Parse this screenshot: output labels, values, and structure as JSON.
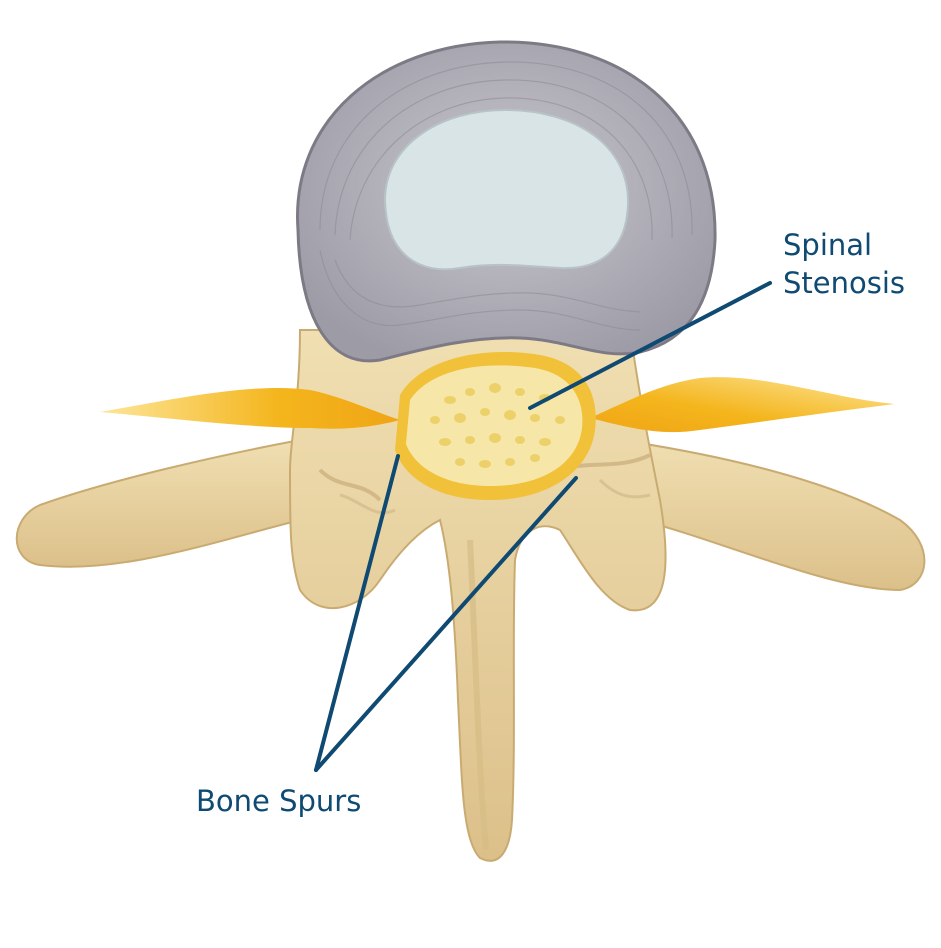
{
  "labels": {
    "spinal_stenosis": [
      "Spinal",
      "Stenosis"
    ],
    "bone_spurs": "Bone Spurs"
  },
  "colors": {
    "label_text": "#0f4a72",
    "leader_line": "#0f4a72",
    "bone": "#e8d3a2",
    "bone_shadow": "#c9ab72",
    "disc_outer": "#b6b4bd",
    "disc_inner": "#d9e4e6",
    "nerve": "#f4b51c",
    "spinal_canal": "#f6e7a8",
    "background": "#ffffff"
  }
}
